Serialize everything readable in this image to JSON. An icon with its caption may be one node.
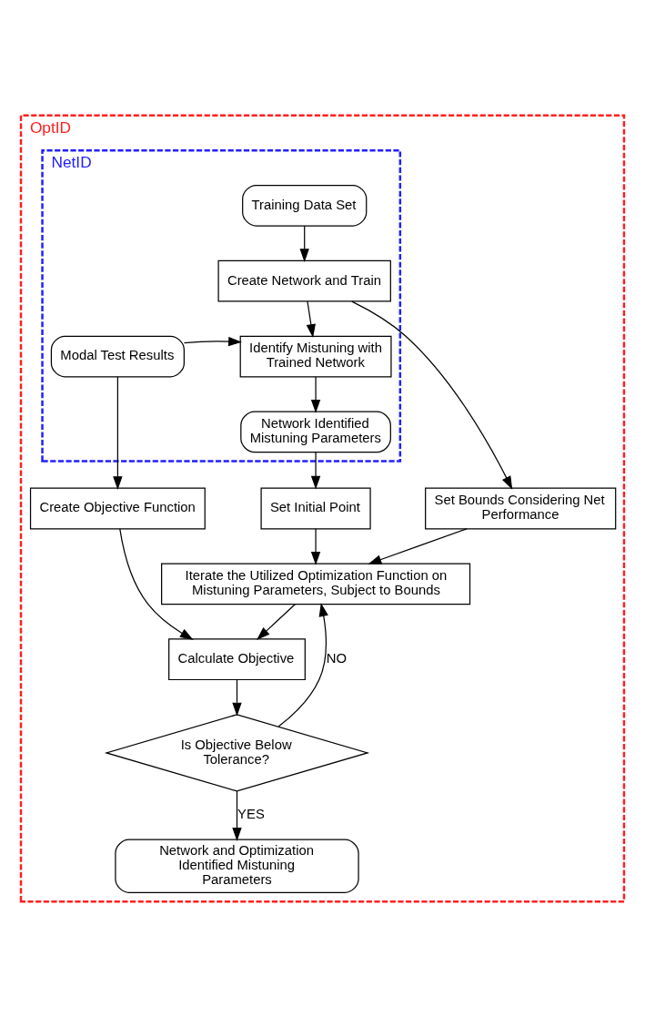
{
  "diagram": {
    "nodes": [
      {
        "text": [
          "OptID"
        ]
      },
      {
        "text": [
          "NetID"
        ],
        "in": 0
      },
      {
        "text": [
          "Training Data Set"
        ],
        "in": 1
      },
      {
        "text": [
          "Create Network and Train"
        ],
        "in": 1
      },
      {
        "text": [
          "Modal Test Results"
        ],
        "in": 1
      },
      {
        "text": [
          "Identify Mistuning with Trained Network"
        ],
        "in": 1
      },
      {
        "text": [
          "Network Identified Mistuning Parameters"
        ],
        "in": 1
      },
      {
        "text": [
          "Create Objective Function"
        ],
        "in": 0
      },
      {
        "text": [
          "Set Initial Point"
        ],
        "in": 0
      },
      {
        "text": [
          "Set Bounds Considering Net Performance"
        ],
        "in": 0
      },
      {
        "text": [
          "Iterate the Utilized Optimization Function on Mistuning Parameters, Subject to Bounds"
        ],
        "in": 0
      },
      {
        "text": [
          "Calculate Objective"
        ],
        "in": 0
      },
      {
        "text": [
          "Is Objective Below Tolerance?"
        ],
        "in": 0
      },
      {
        "text": [
          "Network and Optimization Identified Mistuning Parameters"
        ],
        "in": 0
      }
    ],
    "edges": [
      {
        "from": 2,
        "to": 3,
        "arrow": "to"
      },
      {
        "from": 3,
        "to": 5,
        "arrow": "to"
      },
      {
        "from": 4,
        "to": 5,
        "arrow": "to"
      },
      {
        "from": 5,
        "to": 6,
        "arrow": "to"
      },
      {
        "from": 4,
        "to": 7,
        "arrow": "to"
      },
      {
        "from": 6,
        "to": 8,
        "arrow": "to"
      },
      {
        "from": 3,
        "to": 9,
        "arrow": "to"
      },
      {
        "from": 8,
        "to": 10,
        "arrow": "to"
      },
      {
        "from": 9,
        "to": 10,
        "arrow": "to"
      },
      {
        "from": 10,
        "to": 11,
        "arrow": "to"
      },
      {
        "from": 7,
        "to": 11,
        "arrow": "to"
      },
      {
        "from": 11,
        "to": 12,
        "arrow": "to"
      },
      {
        "from": 12,
        "to": 10,
        "arrow": "to",
        "label": "NO"
      },
      {
        "from": 12,
        "to": 13,
        "arrow": "to",
        "label": "YES"
      }
    ]
  }
}
